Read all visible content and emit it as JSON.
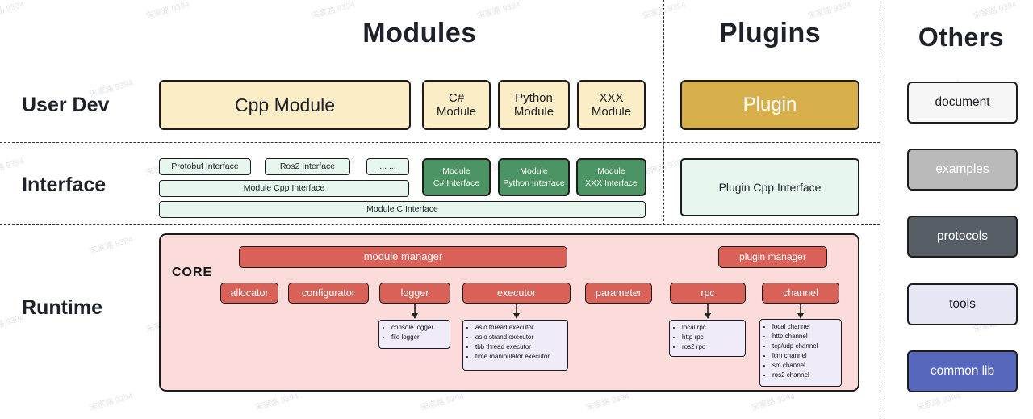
{
  "watermark": {
    "text": "宋家路 9394"
  },
  "headers": {
    "modules": "Modules",
    "plugins": "Plugins",
    "others": "Others"
  },
  "row_labels": {
    "user_dev": "User Dev",
    "interface": "Interface",
    "runtime": "Runtime"
  },
  "user_dev": {
    "cpp_module": "Cpp Module",
    "csharp_module": "C# Module",
    "python_module": "Python Module",
    "xxx_module": "XXX Module",
    "plugin": "Plugin"
  },
  "interface": {
    "protobuf": "Protobuf Interface",
    "ros2": "Ros2 Interface",
    "ellipsis": "... ...",
    "module_cpp": "Module Cpp Interface",
    "module_c": "Module C Interface",
    "module_csharp": {
      "line1": "Module",
      "line2": "C# Interface"
    },
    "module_python": {
      "line1": "Module",
      "line2": "Python Interface"
    },
    "module_xxx": {
      "line1": "Module",
      "line2": "XXX Interface"
    },
    "plugin_cpp": "Plugin Cpp Interface"
  },
  "runtime": {
    "core_label": "CORE",
    "module_manager": "module manager",
    "plugin_manager": "plugin manager",
    "components": {
      "allocator": "allocator",
      "configurator": "configurator",
      "logger": "logger",
      "executor": "executor",
      "parameter": "parameter",
      "rpc": "rpc",
      "channel": "channel"
    },
    "impls": {
      "logger": [
        "console logger",
        "file logger"
      ],
      "executor": [
        "asio thread executor",
        "asio strand executor",
        "tbb thread executor",
        "time manipulator executor"
      ],
      "rpc": [
        "local rpc",
        "http rpc",
        "ros2 rpc"
      ],
      "channel": [
        "local channel",
        "http channel",
        "tcp/udp channel",
        "lcm channel",
        "sm channel",
        "ros2 channel"
      ]
    }
  },
  "others": {
    "document": "document",
    "examples": "examples",
    "protocols": "protocols",
    "tools": "tools",
    "common_lib": "common lib"
  },
  "colors": {
    "cream": "#FBEDC6",
    "gold": "#D6AF4B",
    "mint": "#E7F7EE",
    "green": "#4C9464",
    "pink": "#FBDCDB",
    "red": "#D96157",
    "lavender": "#EFEBF9",
    "others_document": "#F6F6F6",
    "others_examples": "#B9B9B9",
    "others_protocols": "#575E66",
    "others_tools": "#E6E7F5",
    "others_common_lib": "#5667BC",
    "border": "#1C1C1C"
  }
}
